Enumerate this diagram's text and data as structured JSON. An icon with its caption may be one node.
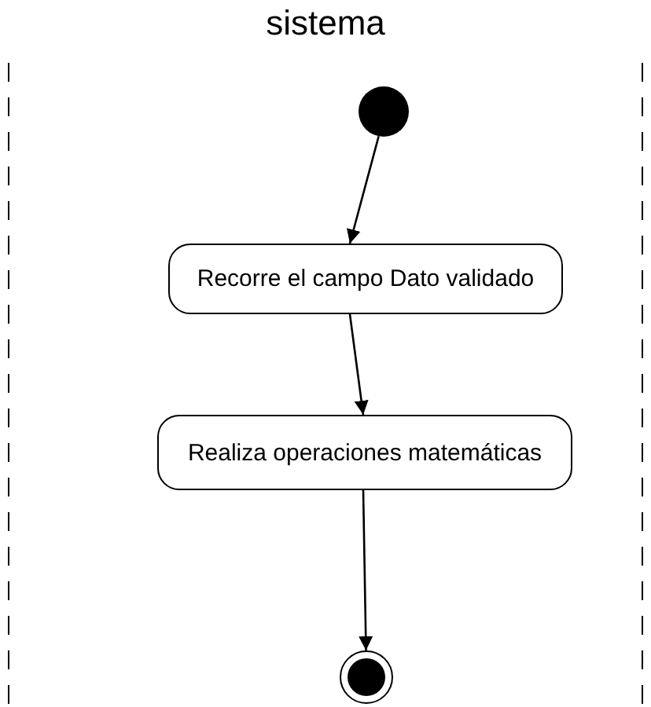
{
  "diagram": {
    "nodes": [
      {
        "text": [
          "sistema"
        ]
      },
      {
        "text": [],
        "shape": "circle",
        "in": 0
      },
      {
        "text": [
          "Recorre el campo Dato validado"
        ],
        "in": 0
      },
      {
        "text": [
          "Realiza operaciones matemáticas"
        ],
        "in": 0
      },
      {
        "text": [],
        "shape": "circle",
        "in": 0
      }
    ],
    "edges": [
      {
        "from": 1,
        "to": 2,
        "arrow": "to"
      },
      {
        "from": 2,
        "to": 3,
        "arrow": "to"
      },
      {
        "from": 3,
        "to": 4,
        "arrow": "to"
      }
    ]
  }
}
